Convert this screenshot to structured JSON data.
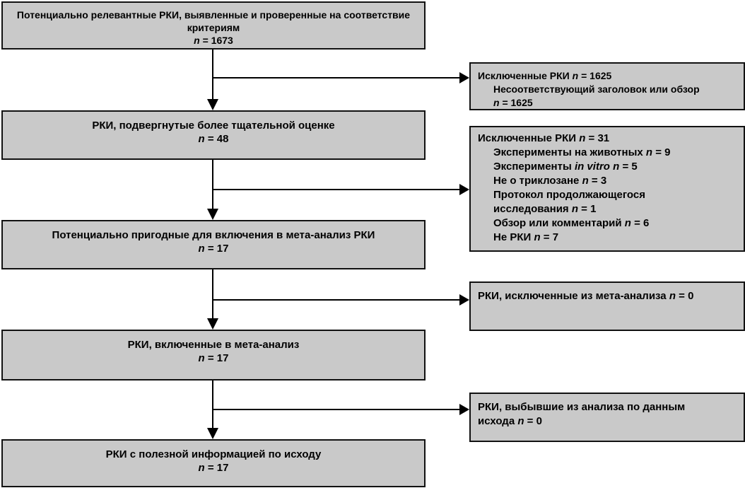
{
  "boxes": {
    "b1": {
      "title_line1": "Потенциально релевантные РКИ, выявленные и проверенные на соответствие",
      "title_line2": "критериям",
      "n_label": "n",
      "n_value": " = 1673"
    },
    "b2": {
      "title": "РКИ, подвергнутые более тщательной оценке",
      "n_label": "n",
      "n_value": " = 48"
    },
    "b3": {
      "title": "Потенциально пригодные для включения в мета-анализ РКИ",
      "n_label": "n",
      "n_value": " = 17"
    },
    "b4": {
      "title": "РКИ, включенные в мета-анализ",
      "n_label": "n",
      "n_value": " = 17"
    },
    "b5": {
      "title": "РКИ с полезной информацией по исходу",
      "n_label": "n",
      "n_value": " = 17"
    }
  },
  "side": {
    "s1": {
      "head_text": "Исключенные РКИ ",
      "head_n": "n",
      "head_value": " = 1625",
      "reason": "Несоответствующий заголовок или обзор",
      "reason_n": "n",
      "reason_value": " = 1625"
    },
    "s2": {
      "head_text": "Исключенные РКИ ",
      "head_n": "n",
      "head_value": " = 31",
      "items": [
        {
          "pre": "Эксперименты на животных ",
          "ital": "n",
          "post": " = 9"
        },
        {
          "pre": "Эксперименты ",
          "ital": "in vitro n",
          "post": " = 5"
        },
        {
          "pre": "Не о триклозане ",
          "ital": "n",
          "post": " = 3"
        },
        {
          "pre": "Протокол продолжающегося",
          "ital": "",
          "post": ""
        },
        {
          "pre": "исследования ",
          "ital": "n",
          "post": " = 1"
        },
        {
          "pre": "Обзор или комментарий ",
          "ital": "n",
          "post": " = 6"
        },
        {
          "pre": "Не РКИ ",
          "ital": "n",
          "post": " = 7"
        }
      ]
    },
    "s3": {
      "text": "РКИ, исключенные из мета-анализа ",
      "n_label": "n",
      "n_value": " = 0"
    },
    "s4": {
      "line1": "РКИ, выбывшие из анализа по данным",
      "line2_pre": "исхода ",
      "n_label": "n",
      "n_value": " = 0"
    }
  },
  "colors": {
    "box_fill": "#c9c9c9",
    "border": "#111111",
    "arrow": "#000000"
  }
}
